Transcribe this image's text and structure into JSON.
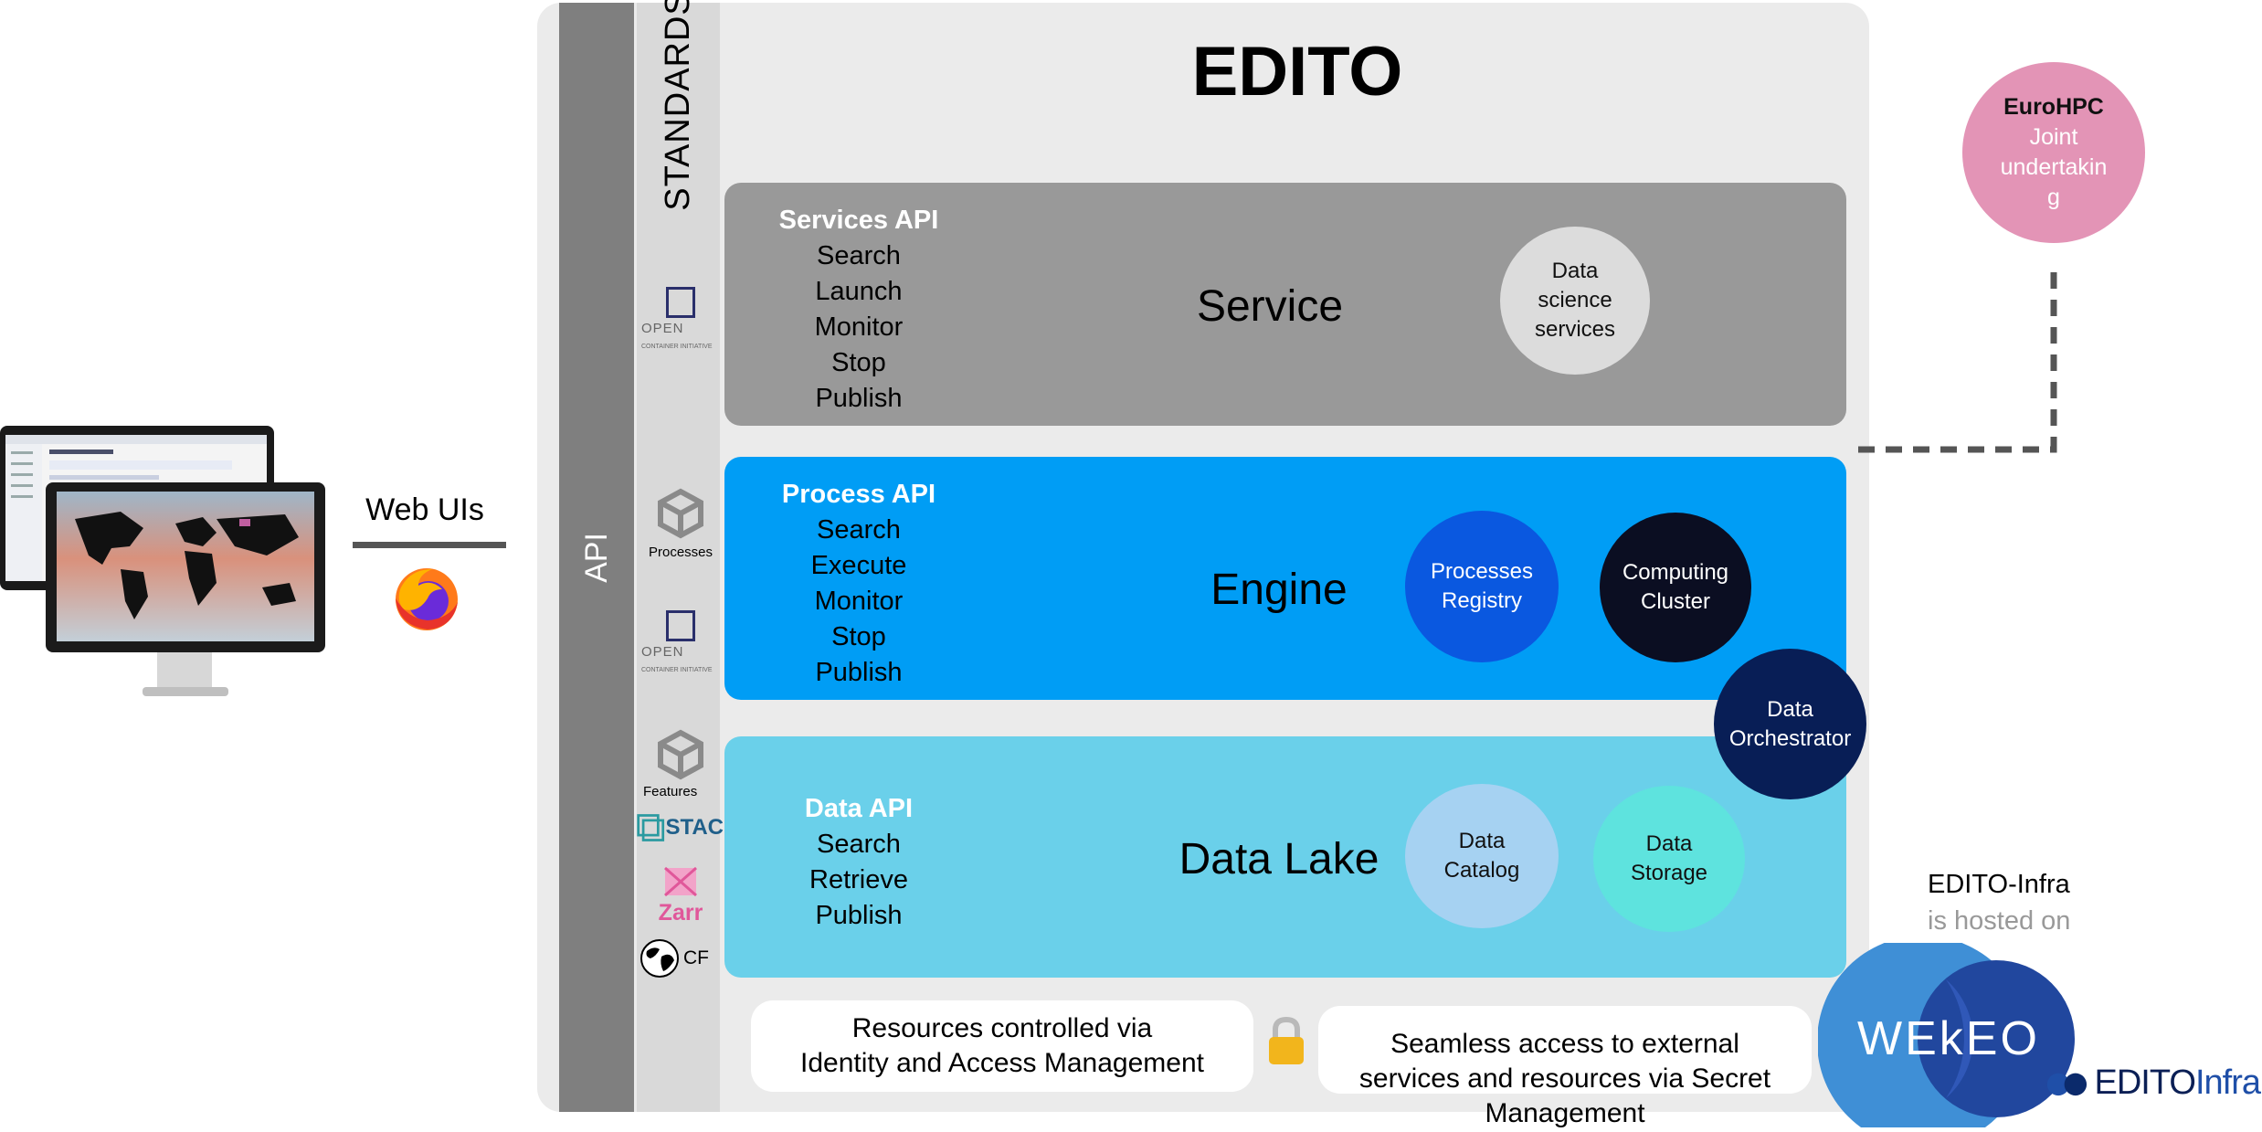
{
  "title": "EDITO",
  "sidebars": {
    "api": "API",
    "standards": "STANDARDS"
  },
  "layers": {
    "service": {
      "name": "Service",
      "api_title": "Services API",
      "api_items": [
        "Search",
        "Launch",
        "Monitor",
        "Stop",
        "Publish"
      ],
      "components": [
        "Data science services"
      ]
    },
    "engine": {
      "name": "Engine",
      "api_title": "Process API",
      "api_items": [
        "Search",
        "Execute",
        "Monitor",
        "Stop",
        "Publish"
      ],
      "components": [
        "Processes Registry",
        "Computing Cluster"
      ]
    },
    "data_lake": {
      "name": "Data Lake",
      "api_title": "Data API",
      "api_items": [
        "Search",
        "Retrieve",
        "Publish"
      ],
      "components": [
        "Data Catalog",
        "Data Storage"
      ]
    }
  },
  "orchestrator": "Data Orchestrator",
  "standards": {
    "oci_1": "OPEN",
    "oci_1_small": "CONTAINER INITIATIVE",
    "processes": "Processes",
    "oci_2": "OPEN",
    "oci_2_small": "CONTAINER INITIATIVE",
    "features": "Features",
    "stac": "STAC",
    "zarr": "Zarr",
    "cf": "CF"
  },
  "bottom": {
    "iam_line1": "Resources controlled via",
    "iam_line2": "Identity and Access Management",
    "secret_line1": "Seamless access to external",
    "secret_line2": "services and resources via Secret",
    "secret_line3": "Management"
  },
  "web_uis": "Web UIs",
  "eurohpc": {
    "title": "EuroHPC",
    "line1": "Joint",
    "line2": "undertakin",
    "line3": "g"
  },
  "hosting": {
    "line1": "EDITO-Infra",
    "line2": "is hosted on"
  },
  "wekeo": "WEkEO",
  "edito_infra_logo": {
    "part1": "EDITO",
    "part2": "Infra"
  },
  "colors": {
    "service": "#999999",
    "engine": "#009df5",
    "data_lake": "#6ad0ea",
    "eurohpc": "#e394b6"
  }
}
